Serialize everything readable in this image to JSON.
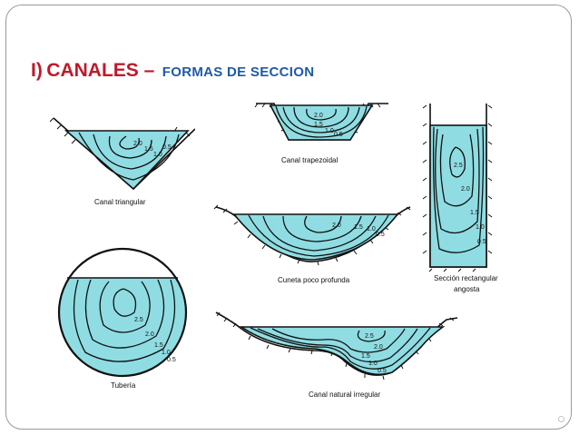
{
  "title": {
    "number": "I)",
    "main": "CANALES –",
    "sub": "FORMAS DE SECCION"
  },
  "colors": {
    "title_red": "#c0192a",
    "title_blue": "#1f5aa8",
    "water": "#8fdde3"
  },
  "shapes": {
    "triangular": {
      "label": "Canal triangular",
      "isolines": [
        "2.0",
        "1.5",
        "1.0",
        "0.5"
      ]
    },
    "trapezoidal": {
      "label": "Canal trapezoidal",
      "isolines": [
        "2.0",
        "1.5",
        "1.0",
        "0.5"
      ]
    },
    "rectangular": {
      "label": "Sección rectangular",
      "label2": "angosta",
      "isolines": [
        "2.5",
        "2.0",
        "1.5",
        "1.0",
        "0.5"
      ]
    },
    "shallow": {
      "label": "Cuneta poco profunda",
      "isolines": [
        "2.0",
        "1.5",
        "1.0",
        "0.5"
      ]
    },
    "pipe": {
      "label": "Tubería",
      "isolines": [
        "2.5",
        "2.0",
        "1.5",
        "1.0",
        "0.5"
      ]
    },
    "irregular": {
      "label": "Canal natural irregular",
      "isolines": [
        "2.5",
        "2.0",
        "1.5",
        "1.0",
        "0.5"
      ]
    }
  }
}
